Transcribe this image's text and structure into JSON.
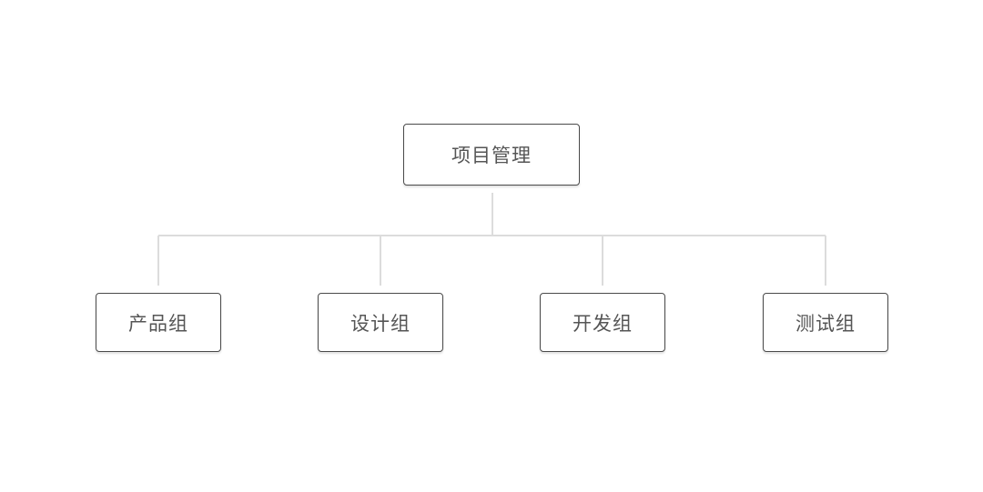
{
  "root": {
    "label": "项目管理"
  },
  "children": [
    {
      "label": "产品组"
    },
    {
      "label": "设计组"
    },
    {
      "label": "开发组"
    },
    {
      "label": "测试组"
    }
  ],
  "colors": {
    "node_border": "#4a4a4a",
    "node_text": "#555555",
    "connector": "#dcdcdc",
    "background": "#ffffff"
  }
}
